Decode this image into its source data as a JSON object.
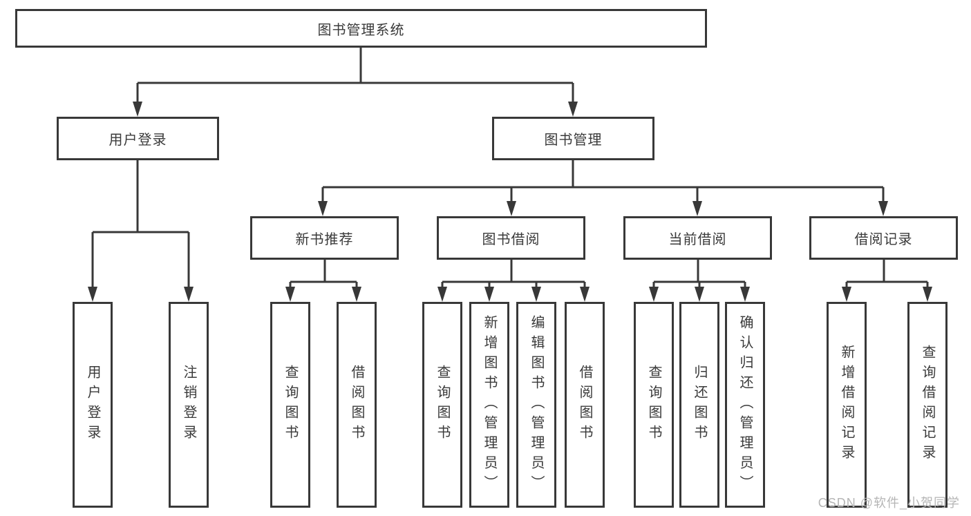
{
  "tree": {
    "root": {
      "label": "图书管理系统"
    },
    "branches": [
      {
        "label": "用户登录",
        "children": [
          {
            "label": "用户登录"
          },
          {
            "label": "注销登录"
          }
        ]
      },
      {
        "label": "图书管理",
        "groups": [
          {
            "label": "新书推荐",
            "children": [
              {
                "label": "查询图书"
              },
              {
                "label": "借阅图书"
              }
            ]
          },
          {
            "label": "图书借阅",
            "children": [
              {
                "label": "查询图书"
              },
              {
                "label": "新增图书（管理员）"
              },
              {
                "label": "编辑图书（管理员）"
              },
              {
                "label": "借阅图书"
              }
            ]
          },
          {
            "label": "当前借阅",
            "children": [
              {
                "label": "查询图书"
              },
              {
                "label": "归还图书"
              },
              {
                "label": "确认归还（管理员）"
              }
            ]
          },
          {
            "label": "借阅记录",
            "children": [
              {
                "label": "新增借阅记录"
              },
              {
                "label": "查询借阅记录"
              }
            ]
          }
        ]
      }
    ]
  },
  "watermark": "CSDN @软件_小贺同学",
  "colors": {
    "line": "#383838",
    "box_border": "#383838",
    "box_background": "#ffffff",
    "text": "#3a3a3a",
    "watermark": "#b5b5b5",
    "background": "#ffffff"
  }
}
